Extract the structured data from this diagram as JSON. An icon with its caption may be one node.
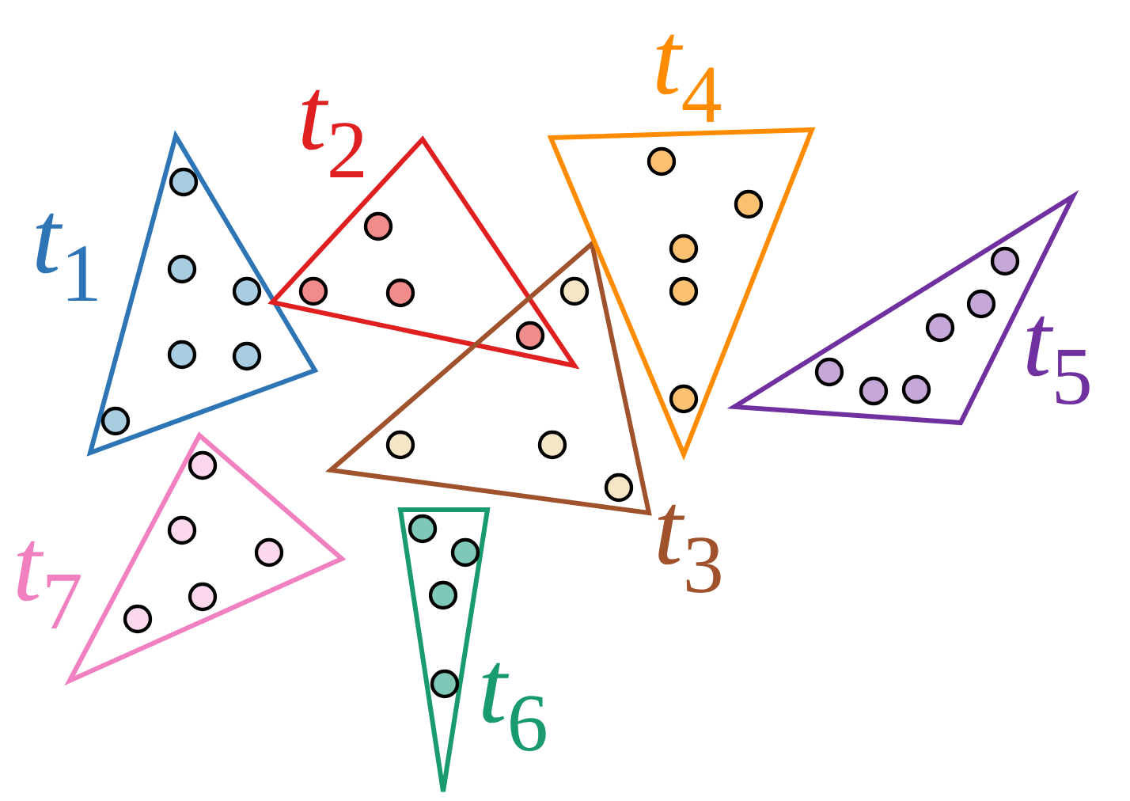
{
  "diagram": {
    "nodes": [
      {
        "text": [
          "t$_{1}$"
        ]
      },
      {
        "text": [
          "t$_{2}$"
        ]
      },
      {
        "text": [
          "t$_{3}$"
        ]
      },
      {
        "text": [
          "t$_{4}$"
        ]
      },
      {
        "text": [
          "t$_{5}$"
        ]
      },
      {
        "text": [
          "t$_{6}$"
        ]
      },
      {
        "text": [
          "t$_{7}$"
        ]
      }
    ]
  }
}
